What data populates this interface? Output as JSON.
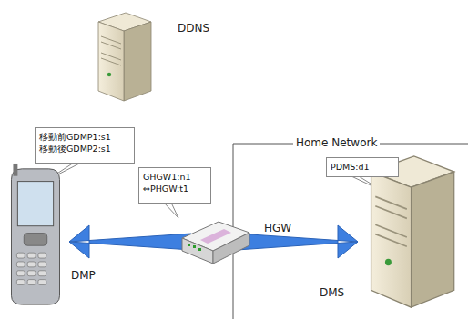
{
  "diagram": {
    "nodes": [
      {
        "text": [
          "DDNS"
        ]
      },
      {
        "text": [
          "移動前GDMP1:s1",
          "移動後GDMP2:s1"
        ]
      },
      {
        "text": [
          "GHGW1:n1",
          "⇔PHGW:t1"
        ]
      },
      {
        "text": [
          "PDMS:d1"
        ]
      },
      {
        "text": [
          "DMP"
        ]
      },
      {
        "text": [
          "HGW"
        ]
      },
      {
        "text": [
          "DMS"
        ]
      }
    ],
    "edges": [
      {
        "from": 5,
        "to": 4,
        "arrow": "to"
      },
      {
        "from": 5,
        "to": 6,
        "arrow": "to"
      }
    ],
    "labels": [
      "Home Network"
    ]
  }
}
